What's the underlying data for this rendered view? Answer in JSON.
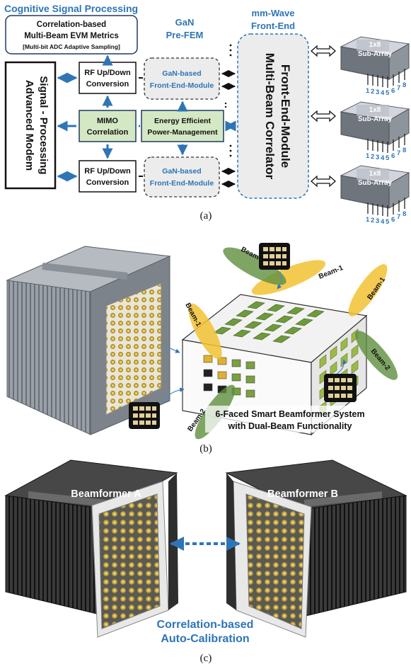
{
  "panel_a": {
    "label": "(a)",
    "cognitive_title": "Cognitive Signal Processing",
    "metrics_line1": "Correlation-based",
    "metrics_line2": "Multi-Beam EVM Metrics",
    "metrics_line3": "[Multi-bit ADC Adaptive Sampling]",
    "modem_line1": "Advanced Modem",
    "modem_line2": "Signal - Processing",
    "rf_top_line1": "RF Up/Down",
    "rf_top_line2": "Conversion",
    "rf_bottom_line1": "RF Up/Down",
    "rf_bottom_line2": "Conversion",
    "mimo_line1": "MIMO",
    "mimo_line2": "Correlation",
    "gan_title_line1": "GaN",
    "gan_title_line2": "Pre-FEM",
    "fem_top_line1": "GaN-based",
    "fem_top_line2": "Front-End-Module",
    "fem_bottom_line1": "GaN-based",
    "fem_bottom_line2": "Front-End-Module",
    "power_line1": "Energy Efficient",
    "power_line2": "Power-Management",
    "mmwave_line1": "mm-Wave",
    "mmwave_line2": "Front-End",
    "correlator_line1": "Multi-Beam Correlator",
    "correlator_line2": "Front-End-Module",
    "subarray_line1": "1x8",
    "subarray_line2": "Sub-Array",
    "element_numbers": [
      "1",
      "2",
      "3",
      "4",
      "5",
      "6",
      "7",
      "8"
    ]
  },
  "panel_b": {
    "label": "(b)",
    "beam1": "Beam-1",
    "beam2": "Beam-2",
    "caption_line1": "6-Faced Smart Beamformer System",
    "caption_line2": "with Dual-Beam Functionality"
  },
  "panel_c": {
    "label": "(c)",
    "beamformer_a": "Beamformer A",
    "beamformer_b": "Beamformer B",
    "calib_line1": "Correlation-based",
    "calib_line2": "Auto-Calibration"
  },
  "colors": {
    "blue_accent": "#2e75b6",
    "green_box": "#d5e8c4",
    "dark_navy": "#1f3864",
    "heatsink_gray": "#8a8f96",
    "heatsink_dark": "#2a2a2a",
    "beam_yellow": "#f2c232",
    "beam_green": "#5f8f3e"
  }
}
